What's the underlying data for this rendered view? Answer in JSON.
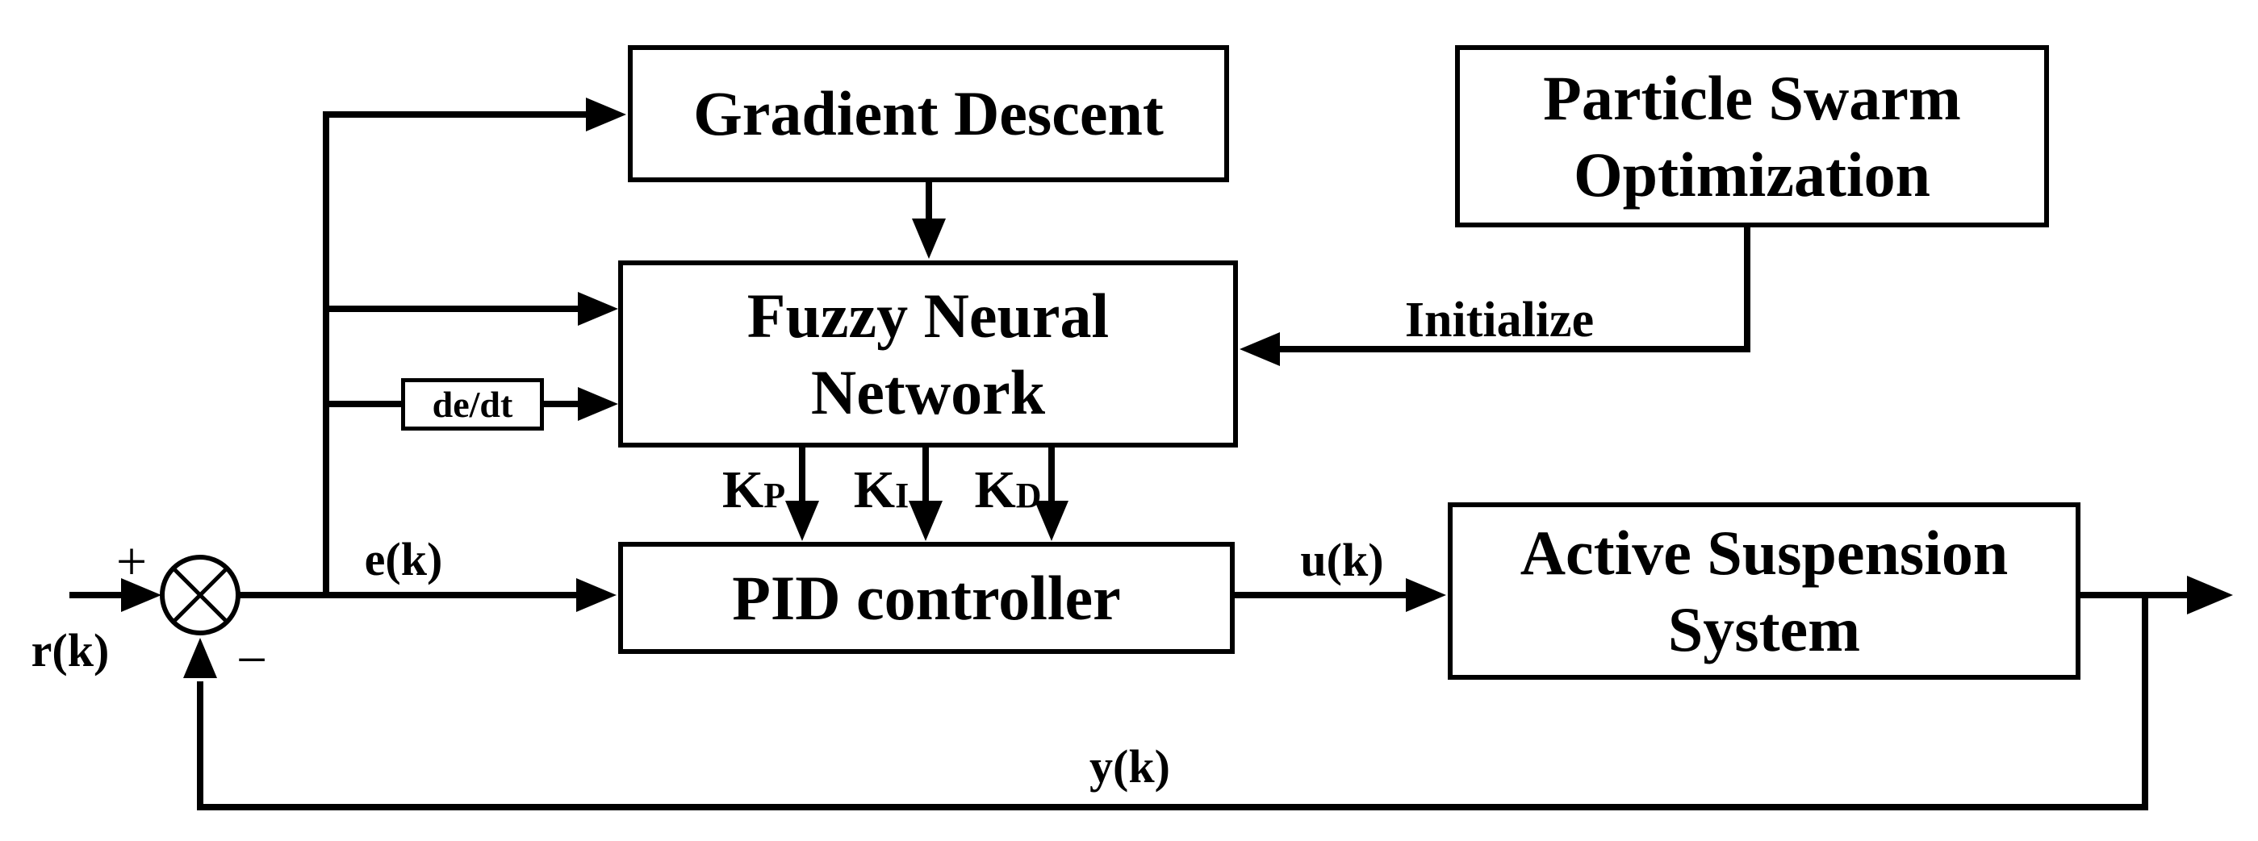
{
  "diagram": {
    "background": "#ffffff",
    "ink_color": "#000000",
    "blocks": {
      "gradient_descent": {
        "label": "Gradient Descent"
      },
      "particle_swarm": {
        "line1": "Particle Swarm",
        "line2": "Optimization"
      },
      "fuzzy_neural": {
        "line1": "Fuzzy Neural",
        "line2": "Network"
      },
      "derivative": {
        "label": "de/dt"
      },
      "pid": {
        "label": "PID controller"
      },
      "suspension": {
        "line1": "Active Suspension",
        "line2": "System"
      }
    },
    "signals": {
      "reference": "r(k)",
      "error": "e(k)",
      "control": "u(k)",
      "output": "y(k)",
      "plus": "+",
      "minus": "−",
      "initialize": "Initialize"
    },
    "gains": {
      "kp": {
        "base": "K",
        "sub": "P"
      },
      "ki": {
        "base": "K",
        "sub": "I"
      },
      "kd": {
        "base": "K",
        "sub": "D"
      }
    }
  }
}
